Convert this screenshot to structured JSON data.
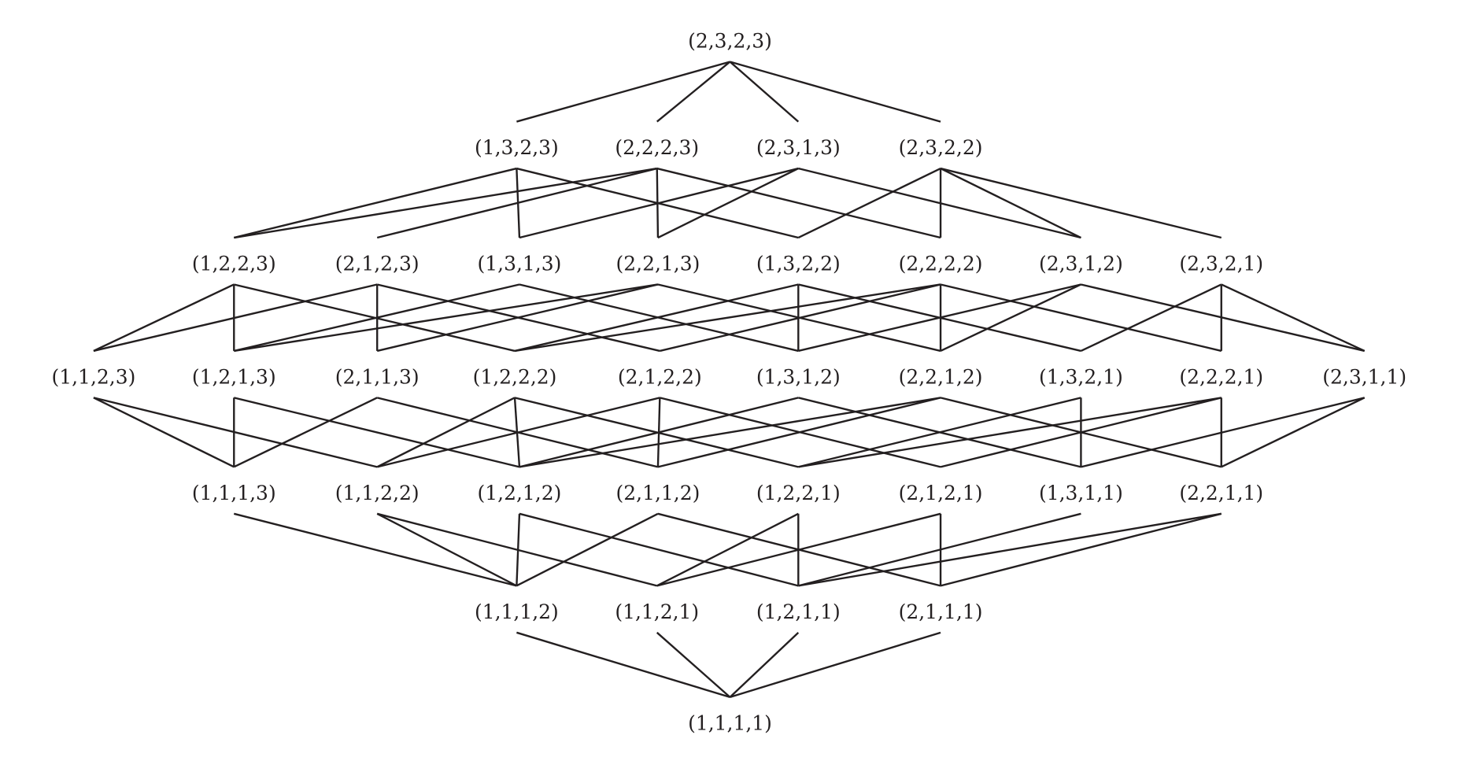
{
  "diagram": {
    "type": "hasse-diagram",
    "line_color": "#231f20",
    "levels": [
      [
        "(2,3,2,3)"
      ],
      [
        "(1,3,2,3)",
        "(2,2,2,3)",
        "(2,3,1,3)",
        "(2,3,2,2)"
      ],
      [
        "(1,2,2,3)",
        "(2,1,2,3)",
        "(1,3,1,3)",
        "(2,2,1,3)",
        "(1,3,2,2)",
        "(2,2,2,2)",
        "(2,3,1,2)",
        "(2,3,2,1)"
      ],
      [
        "(1,1,2,3)",
        "(1,2,1,3)",
        "(2,1,1,3)",
        "(1,2,2,2)",
        "(2,1,2,2)",
        "(1,3,1,2)",
        "(2,2,1,2)",
        "(1,3,2,1)",
        "(2,2,2,1)",
        "(2,3,1,1)"
      ],
      [
        "(1,1,1,3)",
        "(1,1,2,2)",
        "(1,2,1,2)",
        "(2,1,1,2)",
        "(1,2,2,1)",
        "(2,1,2,1)",
        "(1,3,1,1)",
        "(2,2,1,1)"
      ],
      [
        "(1,1,1,2)",
        "(1,1,2,1)",
        "(1,2,1,1)",
        "(2,1,1,1)"
      ],
      [
        "(1,1,1,1)"
      ]
    ]
  }
}
